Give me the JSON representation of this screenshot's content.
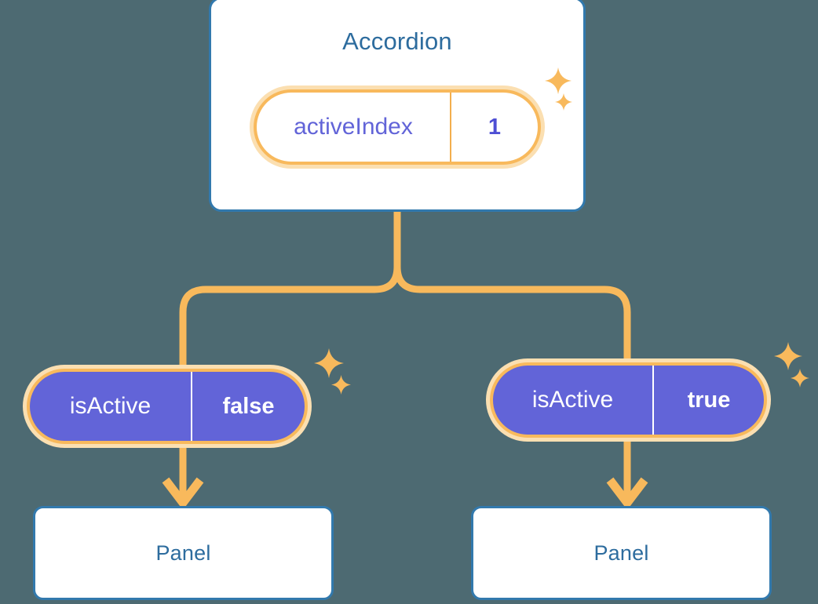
{
  "diagram": {
    "type": "component-tree",
    "background_color": "#4d6a72",
    "accent_colors": {
      "card_border": "#3279ad",
      "card_title": "#2d6c9e",
      "connector": "#f8b95c",
      "badge_ring": "#f8b95c",
      "badge_glow": "#fbdfb1",
      "badge_fill": "#6264d8",
      "badge_text_purple": "#6264d8",
      "badge_text_white": "#ffffff",
      "sparkle": "#f8b95c"
    }
  },
  "accordion": {
    "title": "Accordion",
    "state_badge": {
      "key": "activeIndex",
      "value": "1"
    }
  },
  "branches": [
    {
      "state_badge": {
        "key": "isActive",
        "value": "false"
      },
      "child": {
        "title": "Panel"
      }
    },
    {
      "state_badge": {
        "key": "isActive",
        "value": "true"
      },
      "child": {
        "title": "Panel"
      }
    }
  ],
  "icons": {
    "sparkle_large": "sparkle-icon",
    "sparkle_small": "sparkle-icon"
  }
}
